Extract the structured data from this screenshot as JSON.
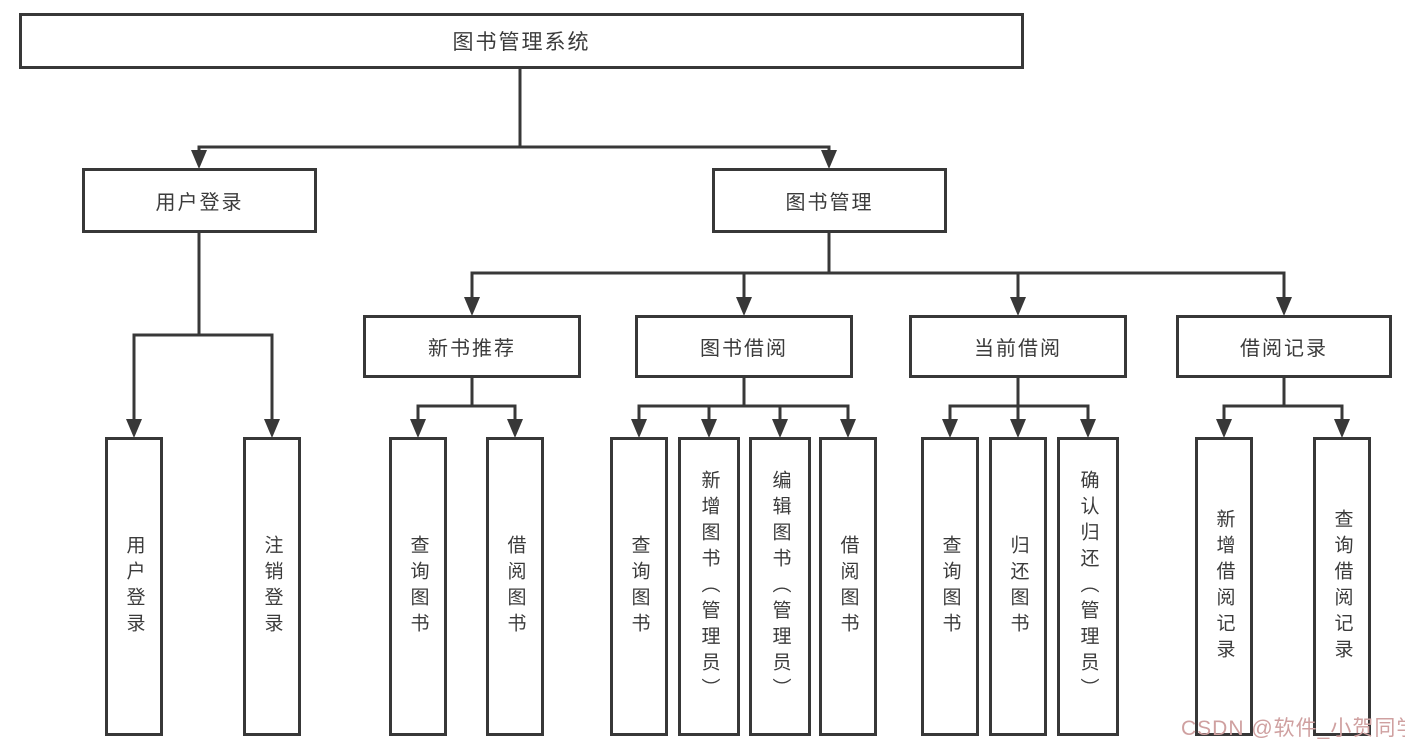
{
  "diagram": {
    "title": "图书管理系统",
    "type": "hierarchy-tree",
    "root": "图书管理系统",
    "level2": [
      "用户登录",
      "图书管理"
    ],
    "level3": [
      "新书推荐",
      "图书借阅",
      "当前借阅",
      "借阅记录"
    ],
    "leaves": [
      "用户登录",
      "注销登录",
      "查询图书",
      "借阅图书",
      "查询图书",
      "新增图书（管理员）",
      "编辑图书（管理员）",
      "借阅图书",
      "查询图书",
      "归还图书",
      "确认归还（管理员）",
      "新增借阅记录",
      "查询借阅记录"
    ],
    "hierarchy": {
      "图书管理系统": {
        "用户登录": [
          "用户登录",
          "注销登录"
        ],
        "图书管理": {
          "新书推荐": [
            "查询图书",
            "借阅图书"
          ],
          "图书借阅": [
            "查询图书",
            "新增图书（管理员）",
            "编辑图书（管理员）",
            "借阅图书"
          ],
          "当前借阅": [
            "查询图书",
            "归还图书",
            "确认归还（管理员）"
          ],
          "借阅记录": [
            "新增借阅记录",
            "查询借阅记录"
          ]
        }
      }
    }
  },
  "watermark": {
    "text": "CSDN @软件_小贺同学",
    "color": "#cfa0a0"
  },
  "colors": {
    "line": "#383838",
    "border": "#383838",
    "text": "#3b3b3b",
    "background": "#ffffff"
  }
}
